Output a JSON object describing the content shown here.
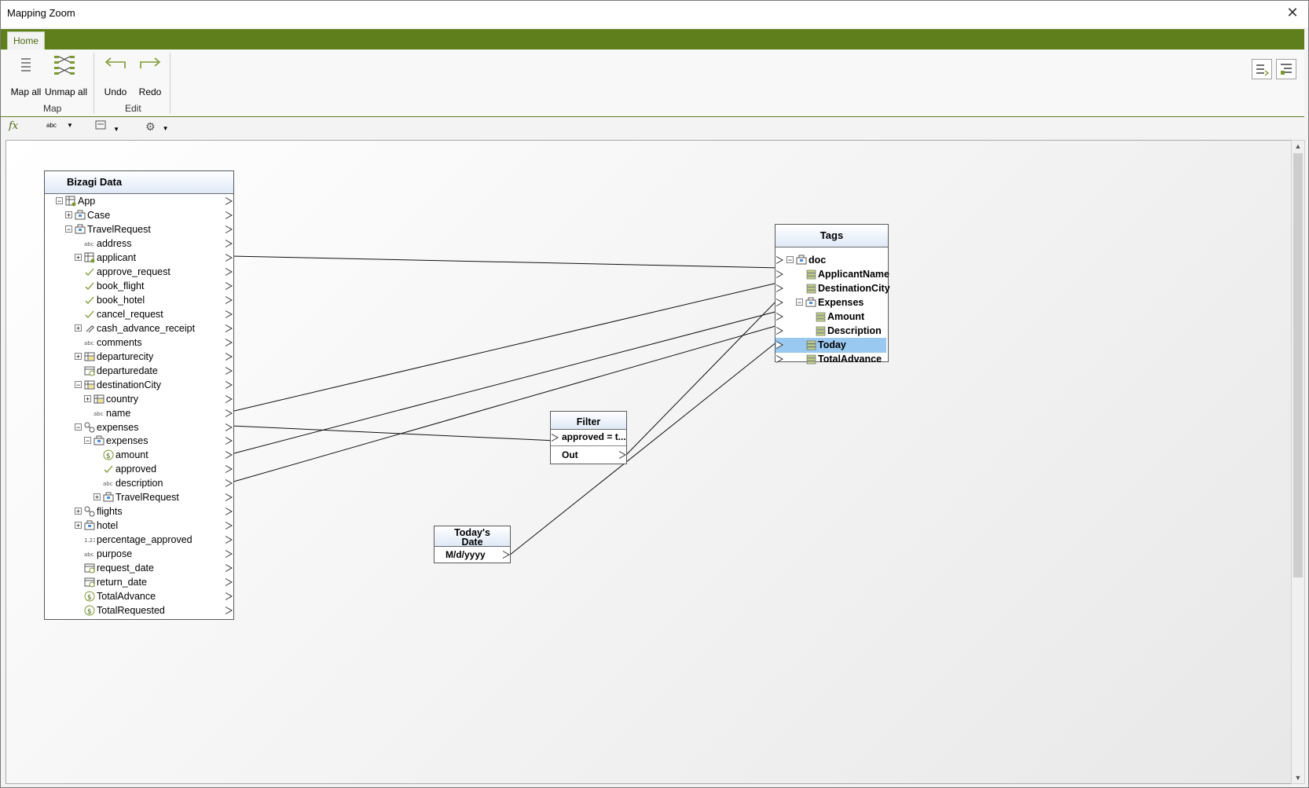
{
  "window": {
    "title": "Mapping Zoom",
    "close_label": "✕"
  },
  "ribbon": {
    "tab": "Home",
    "map_all": "Map all",
    "unmap_all": "Unmap all",
    "undo": "Undo",
    "redo": "Redo",
    "group_map": "Map",
    "group_edit": "Edit"
  },
  "toolbar2": {
    "fx": "fx",
    "abc": "abc"
  },
  "source": {
    "title": "Bizagi Data",
    "rows": [
      {
        "label": "App",
        "icon": "entity-icon"
      },
      {
        "label": "Case",
        "icon": "folder-icon"
      },
      {
        "label": "TravelRequest",
        "icon": "folder-icon"
      },
      {
        "label": "address",
        "icon": "abc-icon"
      },
      {
        "label": "applicant",
        "icon": "entity-icon"
      },
      {
        "label": "approve_request",
        "icon": "check-icon"
      },
      {
        "label": "book_flight",
        "icon": "check-icon"
      },
      {
        "label": "book_hotel",
        "icon": "check-icon"
      },
      {
        "label": "cancel_request",
        "icon": "check-icon"
      },
      {
        "label": "cash_advance_receipt",
        "icon": "attachment-icon"
      },
      {
        "label": "comments",
        "icon": "abc-icon"
      },
      {
        "label": "departurecity",
        "icon": "table-icon"
      },
      {
        "label": "departuredate",
        "icon": "calendar-icon"
      },
      {
        "label": "destinationCity",
        "icon": "table-icon"
      },
      {
        "label": "country",
        "icon": "table-icon"
      },
      {
        "label": "name",
        "icon": "abc-icon"
      },
      {
        "label": "expenses",
        "icon": "collection-icon"
      },
      {
        "label": "expenses",
        "icon": "folder-icon"
      },
      {
        "label": "amount",
        "icon": "currency-icon"
      },
      {
        "label": "approved",
        "icon": "check-icon"
      },
      {
        "label": "description",
        "icon": "abc-icon"
      },
      {
        "label": "TravelRequest",
        "icon": "folder-icon"
      },
      {
        "label": "flights",
        "icon": "collection-icon"
      },
      {
        "label": "hotel",
        "icon": "folder-icon"
      },
      {
        "label": "percentage_approved",
        "icon": "number-icon"
      },
      {
        "label": "purpose",
        "icon": "abc-icon"
      },
      {
        "label": "request_date",
        "icon": "calendar-icon"
      },
      {
        "label": "return_date",
        "icon": "calendar-icon"
      },
      {
        "label": "TotalAdvance",
        "icon": "currency-icon"
      },
      {
        "label": "TotalRequested",
        "icon": "currency-icon"
      }
    ]
  },
  "target": {
    "title": "Tags",
    "rows": [
      {
        "label": "doc",
        "icon": "folder-icon"
      },
      {
        "label": "ApplicantName",
        "icon": "field-icon"
      },
      {
        "label": "DestinationCity",
        "icon": "field-icon"
      },
      {
        "label": "Expenses",
        "icon": "folder-icon"
      },
      {
        "label": "Amount",
        "icon": "field-icon"
      },
      {
        "label": "Description",
        "icon": "field-icon"
      },
      {
        "label": "Today",
        "icon": "field-icon"
      },
      {
        "label": "TotalAdvance",
        "icon": "field-icon"
      }
    ]
  },
  "filter": {
    "title": "Filter",
    "condition": "approved = t...",
    "out": "Out"
  },
  "date_fn": {
    "title_line1": "Today's",
    "title_line2": "Date",
    "format": "M/d/yyyy"
  }
}
